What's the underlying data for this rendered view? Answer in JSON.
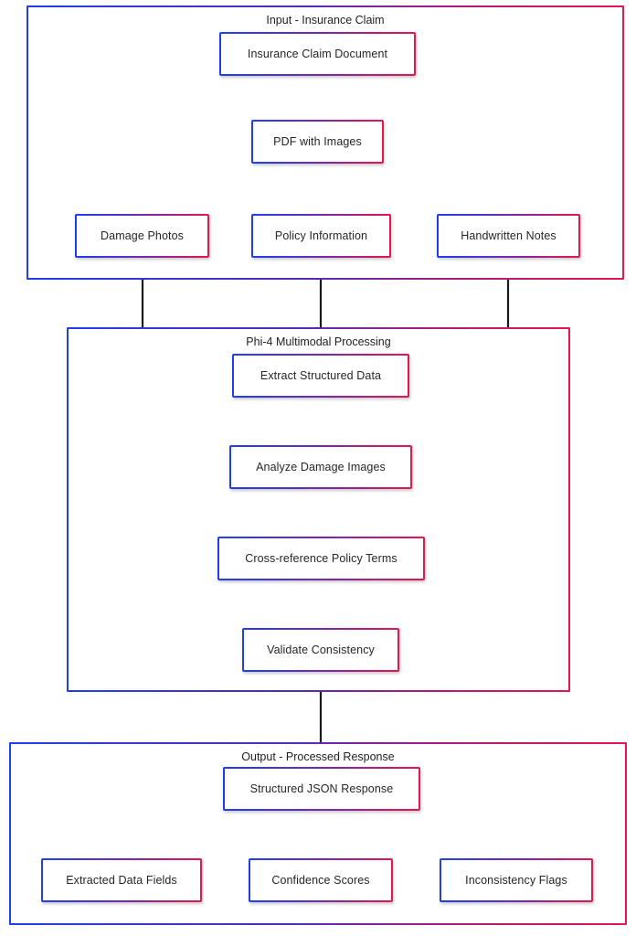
{
  "diagram": {
    "type": "flowchart",
    "direction": "top-down",
    "background_color": "#ffffff",
    "node_border_gradient": [
      "#1f3fec",
      "#e8154f"
    ],
    "node_fill_color": "#ffffff",
    "edge_color": "#1a1a1a",
    "text_color": "#262626"
  },
  "clusters": [
    {
      "id": "input",
      "title": "Input - Insurance Claim"
    },
    {
      "id": "processing",
      "title": "Phi-4 Multimodal Processing"
    },
    {
      "id": "output",
      "title": "Output - Processed Response"
    }
  ],
  "nodes": [
    {
      "id": "claim_doc",
      "label": "Insurance Claim Document",
      "cluster": "input"
    },
    {
      "id": "pdf",
      "label": "PDF with Images",
      "cluster": "input"
    },
    {
      "id": "damage",
      "label": "Damage Photos",
      "cluster": "input"
    },
    {
      "id": "policy",
      "label": "Policy Information",
      "cluster": "input"
    },
    {
      "id": "notes",
      "label": "Handwritten Notes",
      "cluster": "input"
    },
    {
      "id": "extract",
      "label": "Extract Structured Data",
      "cluster": "processing"
    },
    {
      "id": "analyze",
      "label": "Analyze Damage Images",
      "cluster": "processing"
    },
    {
      "id": "crossref",
      "label": "Cross-reference Policy Terms",
      "cluster": "processing"
    },
    {
      "id": "validate",
      "label": "Validate Consistency",
      "cluster": "processing"
    },
    {
      "id": "json",
      "label": "Structured JSON Response",
      "cluster": "output"
    },
    {
      "id": "fields",
      "label": "Extracted Data Fields",
      "cluster": "output"
    },
    {
      "id": "confidence",
      "label": "Confidence Scores",
      "cluster": "output"
    },
    {
      "id": "flags",
      "label": "Inconsistency Flags",
      "cluster": "output"
    }
  ],
  "edges": [
    {
      "from": "claim_doc",
      "to": "pdf"
    },
    {
      "from": "pdf",
      "to": "damage"
    },
    {
      "from": "pdf",
      "to": "policy"
    },
    {
      "from": "pdf",
      "to": "notes"
    },
    {
      "from": "damage",
      "to": "extract"
    },
    {
      "from": "policy",
      "to": "extract"
    },
    {
      "from": "notes",
      "to": "extract"
    },
    {
      "from": "extract",
      "to": "analyze"
    },
    {
      "from": "analyze",
      "to": "crossref"
    },
    {
      "from": "crossref",
      "to": "validate"
    },
    {
      "from": "validate",
      "to": "json"
    },
    {
      "from": "json",
      "to": "fields"
    },
    {
      "from": "json",
      "to": "confidence"
    },
    {
      "from": "json",
      "to": "flags"
    }
  ]
}
